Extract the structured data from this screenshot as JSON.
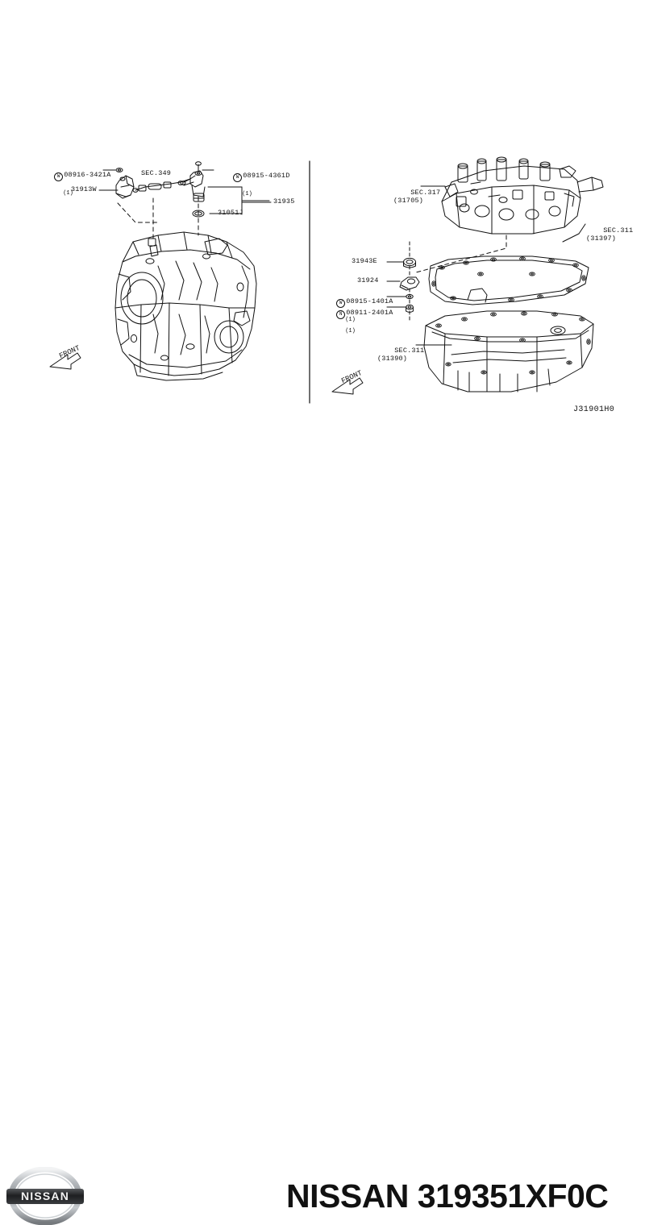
{
  "document": {
    "kind": "parts-catalog-illustration",
    "drawing_number": "J31901H0",
    "divider": "vertical-rule"
  },
  "banner": {
    "brand": "NISSAN",
    "part_number": "319351XF0C",
    "text": "NISSAN 319351XF0C",
    "logo_word": "NISSAN"
  },
  "left_panel": {
    "front_arrow_label": "FRONT",
    "labels": [
      {
        "id": "l1",
        "symbol": "W",
        "code": "08916-3421A",
        "qty": "(1)"
      },
      {
        "id": "l2",
        "code": "31913W"
      },
      {
        "id": "l3",
        "code": "SEC.349"
      },
      {
        "id": "l4",
        "symbol": "W",
        "code": "08915-4361D",
        "qty": "(1)"
      },
      {
        "id": "l5",
        "code": "31935"
      },
      {
        "id": "l6",
        "code": "31051J"
      }
    ]
  },
  "right_panel": {
    "front_arrow_label": "FRONT",
    "labels": [
      {
        "id": "r1",
        "code": "SEC.317",
        "sub": "(31705)"
      },
      {
        "id": "r2",
        "code": "SEC.311",
        "sub": "(31397)"
      },
      {
        "id": "r3",
        "code": "31943E"
      },
      {
        "id": "r4",
        "code": "31924"
      },
      {
        "id": "r5",
        "symbol": "W",
        "code": "08915-1401A",
        "qty": "(1)"
      },
      {
        "id": "r6",
        "symbol": "N",
        "code": "08911-2401A",
        "qty": "(1)"
      },
      {
        "id": "r7",
        "code": "SEC.311",
        "sub": "(31390)"
      }
    ]
  },
  "colors": {
    "ink": "#111111",
    "paper": "#ffffff",
    "logo_chrome": "#b8bcc0",
    "logo_dark": "#2b2b2b"
  }
}
